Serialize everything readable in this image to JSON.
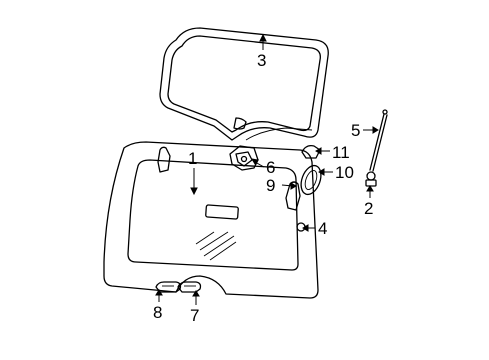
{
  "diagram": {
    "callouts": {
      "c1": "1",
      "c2": "2",
      "c3": "3",
      "c4": "4",
      "c5": "5",
      "c6": "6",
      "c7": "7",
      "c8": "8",
      "c9": "9",
      "c10": "10",
      "c11": "11"
    },
    "parts": [
      {
        "callout": "1",
        "icon": "liftgate-glass-icon"
      },
      {
        "callout": "2",
        "icon": "washer-nozzle-icon"
      },
      {
        "callout": "3",
        "icon": "weatherstrip-icon"
      },
      {
        "callout": "4",
        "icon": "bumper-icon"
      },
      {
        "callout": "5",
        "icon": "washer-hose-icon"
      },
      {
        "callout": "6",
        "icon": "latch-icon"
      },
      {
        "callout": "7",
        "icon": "bracket-icon"
      },
      {
        "callout": "8",
        "icon": "bracket-icon"
      },
      {
        "callout": "9",
        "icon": "hinge-icon"
      },
      {
        "callout": "10",
        "icon": "seal-icon"
      },
      {
        "callout": "11",
        "icon": "clip-icon"
      }
    ]
  }
}
